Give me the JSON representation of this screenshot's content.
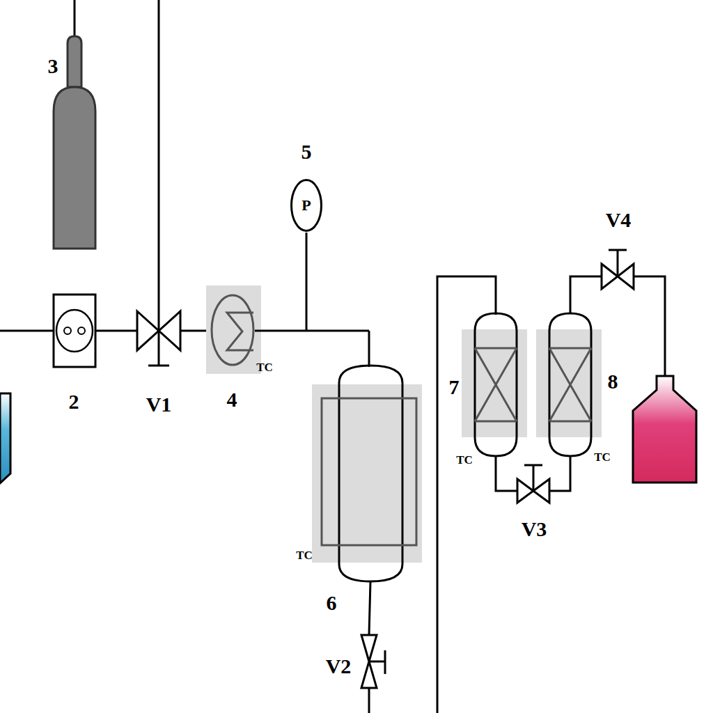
{
  "diagram": {
    "nodes": [
      {
        "text": [
          "P"
        ]
      }
    ],
    "labels": [
      "3",
      "5",
      "V4",
      "2",
      "V1",
      "4",
      "TC",
      "7",
      "8",
      "TC",
      "TC",
      "TC",
      "V3",
      "6",
      "V2"
    ]
  }
}
